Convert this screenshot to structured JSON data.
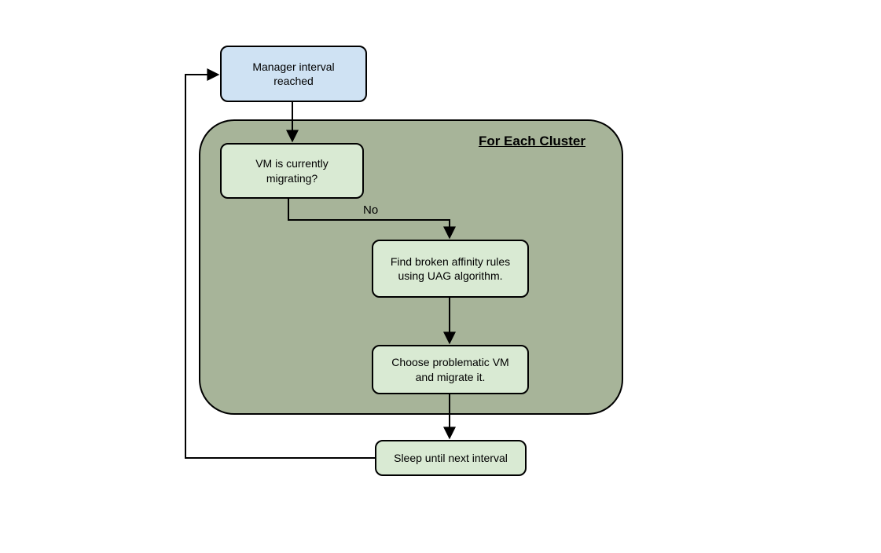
{
  "diagram": {
    "type": "flowchart",
    "cluster": {
      "title": "For Each Cluster"
    },
    "nodes": {
      "manager": {
        "label": "Manager interval reached",
        "kind": "start"
      },
      "vm": {
        "label": "VM is currently migrating?",
        "kind": "decision"
      },
      "find": {
        "label": "Find broken affinity rules using UAG algorithm.",
        "kind": "process"
      },
      "choose": {
        "label": "Choose problematic VM and migrate it.",
        "kind": "process"
      },
      "sleep": {
        "label": "Sleep until next interval",
        "kind": "process"
      }
    },
    "edges": [
      {
        "from": "manager",
        "to": "vm",
        "label": ""
      },
      {
        "from": "vm",
        "to": "find",
        "label": "No"
      },
      {
        "from": "find",
        "to": "choose",
        "label": ""
      },
      {
        "from": "choose",
        "to": "sleep",
        "label": ""
      },
      {
        "from": "sleep",
        "to": "manager",
        "label": ""
      }
    ],
    "colors": {
      "start_node_fill": "#cfe2f3",
      "process_node_fill": "#d9ead3",
      "cluster_fill": "#a7b499",
      "stroke": "#000000",
      "background": "#ffffff"
    }
  }
}
